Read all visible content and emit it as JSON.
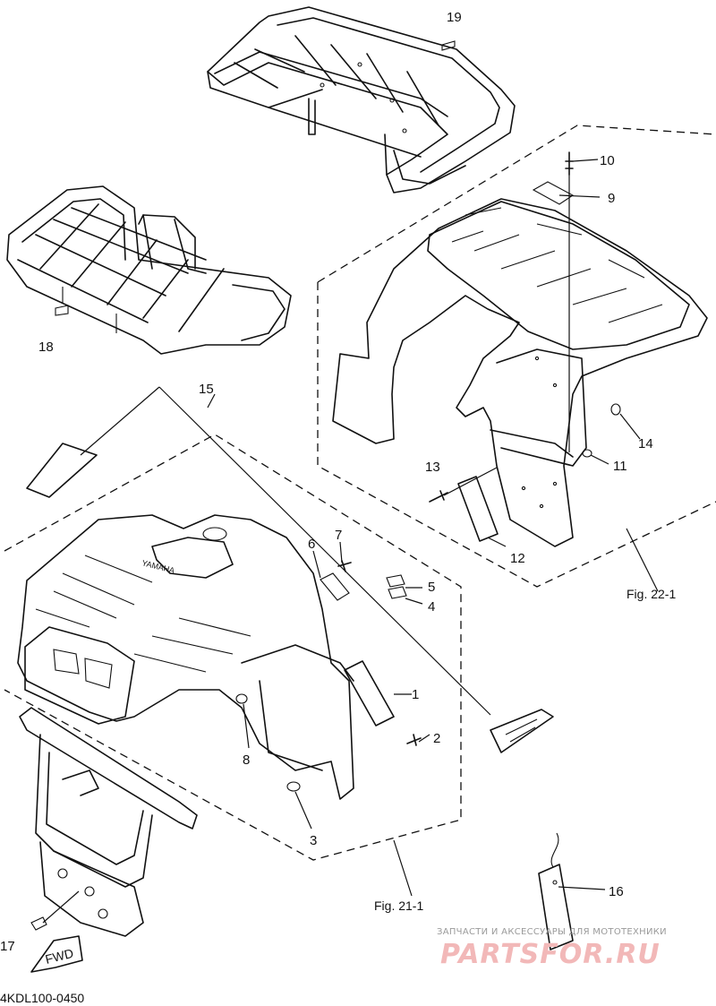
{
  "diagram": {
    "callouts": [
      "1",
      "2",
      "3",
      "4",
      "5",
      "6",
      "7",
      "8",
      "9",
      "10",
      "11",
      "12",
      "13",
      "14",
      "15",
      "16",
      "17",
      "18",
      "19"
    ],
    "figure_refs": {
      "front": "Fig. 21-1",
      "rear": "Fig. 22-1"
    },
    "part_code": "4KDL100-0450",
    "labels": {
      "fwd": "FWD",
      "brand": "YAMAHA"
    }
  },
  "watermark": {
    "top": "ЗАПЧАСТИ И АКСЕССУАРЫ ДЛЯ МОТОТЕХНИКИ",
    "logo": "PARTSFOR.RU"
  },
  "colors": {
    "line": "#111111",
    "watermark_logo": "#f2b8b8",
    "watermark_text": "#9a9a9a"
  }
}
